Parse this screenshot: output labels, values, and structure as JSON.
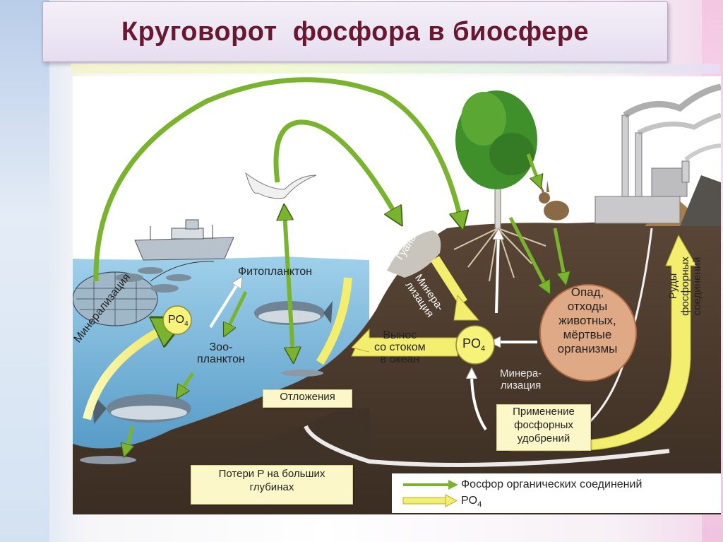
{
  "title": "Круговорот  фосфора в биосфере",
  "labels": {
    "phytoplankton": "Фитопланктон",
    "po4_sea": "PO",
    "po4_sub": "4",
    "zoo1": "Зоо-",
    "zoo2": "планктон",
    "mineralization_sea": "Минерализация",
    "guano": "Гуано",
    "mineral_land1": "Минера-",
    "mineral_land2": "лизация",
    "runoff1": "Вынос",
    "runoff2": "со стоком",
    "runoff3": "в океан",
    "po4_land": "PO",
    "po4_land_sub": "4",
    "litter1": "Опад,",
    "litter2": "отходы",
    "litter3": "животных,",
    "litter4": "мёртвые",
    "litter5": "организмы",
    "mineral2_1": "Минера-",
    "mineral2_2": "лизация",
    "fert1": "Применение",
    "fert2": "фосфорных",
    "fert3": "удобрений",
    "ores1": "Руды",
    "ores2": "фосфорных",
    "ores3": "соединений",
    "sediments": "Отложения",
    "losses1": "Потери Р на больших",
    "losses2": "глубинах"
  },
  "legend": {
    "organic": "Фосфор органических соединений",
    "po4": "PO",
    "po4_sub": "4"
  },
  "colors": {
    "title": "#6a1730",
    "green_arrow": "#7ab32e",
    "yellow_arrow": "#f3ee6d",
    "sea": "#6fb2d6",
    "soil": "#4a3a2c",
    "litter_circle": "#e0a986",
    "po4_circle": "#f7f27a"
  }
}
